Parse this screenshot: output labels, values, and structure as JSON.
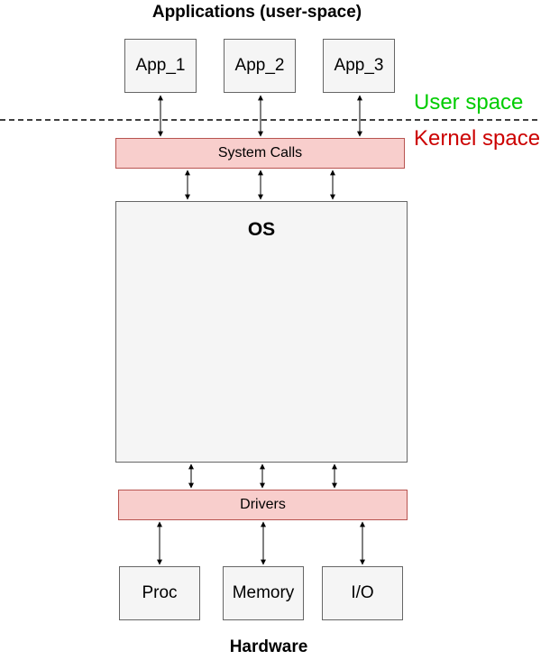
{
  "title": "Applications (user-space)",
  "apps": [
    {
      "label": "App_1"
    },
    {
      "label": "App_2"
    },
    {
      "label": "App_3"
    }
  ],
  "zones": {
    "user_label": "User space",
    "kernel_label": "Kernel space",
    "user_color": "#00cc00",
    "kernel_color": "#cc0000"
  },
  "system_calls": {
    "label": "System Calls"
  },
  "os": {
    "label": "OS"
  },
  "drivers": {
    "label": "Drivers"
  },
  "hardware": [
    {
      "label": "Proc"
    },
    {
      "label": "Memory"
    },
    {
      "label": "I/O"
    }
  ],
  "footer": "Hardware",
  "colors": {
    "box_fill": "#f5f5f5",
    "box_stroke": "#666666",
    "bar_fill": "#f8cecc",
    "bar_stroke": "#b85450"
  }
}
